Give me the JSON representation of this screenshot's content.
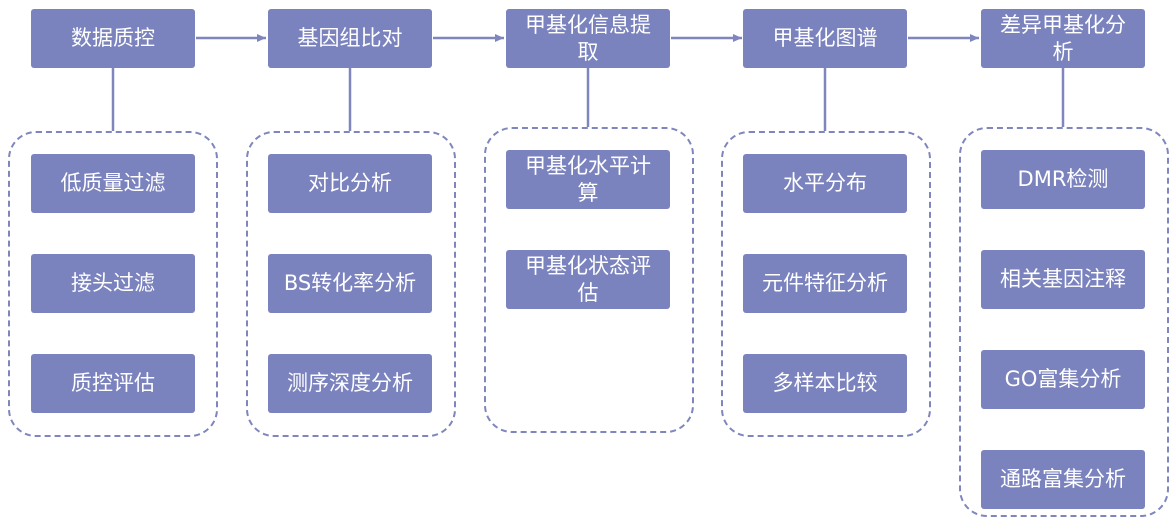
{
  "stages": [
    {
      "label": "数据质控",
      "steps": [
        "低质量过滤",
        "接头过滤",
        "质控评估"
      ]
    },
    {
      "label": "基因组比对",
      "steps": [
        "对比分析",
        "BS转化率分析",
        "测序深度分析"
      ]
    },
    {
      "label": "甲基化信息提取",
      "steps": [
        "甲基化水平计算",
        "甲基化状态评估"
      ]
    },
    {
      "label": "甲基化图谱",
      "steps": [
        "水平分布",
        "元件特征分析",
        "多样本比较"
      ]
    },
    {
      "label": "差异甲基化分析",
      "steps": [
        "DMR检测",
        "相关基因注释",
        "GO富集分析",
        "通路富集分析"
      ]
    }
  ],
  "colors": {
    "box": "#7b83bf",
    "line": "#7e86bd",
    "text": "#ffffff"
  }
}
